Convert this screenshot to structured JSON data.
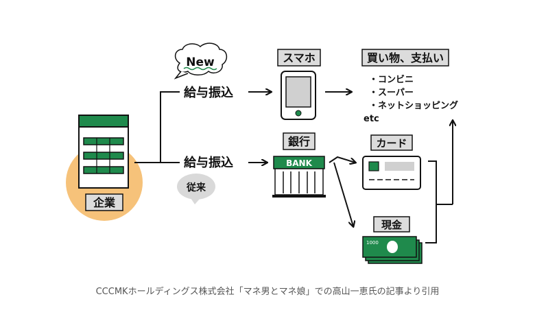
{
  "labels": {
    "new": "New",
    "salary_top": "給与振込",
    "salary_bottom": "給与振込",
    "conventional": "従来",
    "company": "企業",
    "smartphone": "スマホ",
    "bank": "銀行",
    "bank_sign": "BANK",
    "shopping_title": "買い物、支払い",
    "card": "カード",
    "cash": "現金",
    "banknote": "1000"
  },
  "shopping_items": [
    "・コンビニ",
    "・スーパー",
    "・ネットショッピング",
    "etc"
  ],
  "caption": "CCCMKホールディングス株式会社「マネ男とマネ娘」での高山一恵氏の記事より引用",
  "colors": {
    "green": "#1f8a4c",
    "orange": "#f6c27a",
    "label_bg": "#dcdcdc",
    "dark": "#111111",
    "grey_bubble": "#d9d9d9"
  }
}
